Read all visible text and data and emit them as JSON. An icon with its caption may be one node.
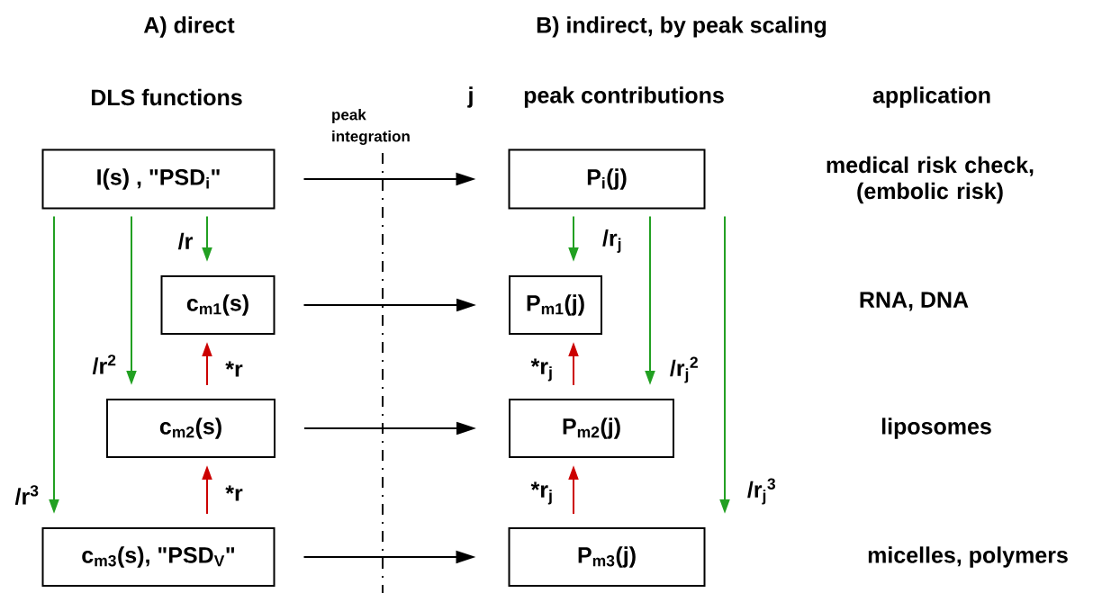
{
  "diagram": {
    "nodes": [
      {
        "text": [
          "I(s)   ,  \"PSD$_{i}$\""
        ]
      },
      {
        "text": [
          "c$_{m1}$(s)"
        ]
      },
      {
        "text": [
          "c$_{m2}$(s)"
        ]
      },
      {
        "text": [
          "c$_{m3}$(s), \"PSD$_{V}$\""
        ]
      },
      {
        "text": [
          "P$_{i}$(j)"
        ]
      },
      {
        "text": [
          "P$_{m1}$(j)"
        ]
      },
      {
        "text": [
          "P$_{m2}$(j)"
        ]
      },
      {
        "text": [
          "P$_{m3}$(j)"
        ]
      }
    ],
    "edges": [
      {
        "from": 0,
        "to": 4,
        "arrow": "to",
        "color": "#000000"
      },
      {
        "from": 1,
        "to": 5,
        "arrow": "to",
        "color": "#000000"
      },
      {
        "from": 2,
        "to": 6,
        "arrow": "to",
        "color": "#000000"
      },
      {
        "from": 3,
        "to": 7,
        "arrow": "to",
        "color": "#000000"
      },
      {
        "from": 0,
        "to": 1,
        "arrow": "to",
        "label": "/r"
      },
      {
        "from": 0,
        "to": 2,
        "arrow": "to",
        "label": "/r$^{2}$"
      },
      {
        "from": 0,
        "to": 3,
        "arrow": "to",
        "label": "/r$^{3}$"
      },
      {
        "from": 2,
        "to": 1,
        "arrow": "to",
        "label": "*r",
        "color": "#cc0000"
      },
      {
        "from": 3,
        "to": 2,
        "arrow": "to",
        "label": "*r",
        "color": "#cc0000"
      },
      {
        "from": 4,
        "to": 5,
        "arrow": "to",
        "label": "/r$_{j}$"
      },
      {
        "from": 4,
        "to": 6,
        "arrow": "to",
        "label": "/r$_{j}$$^{2}$"
      },
      {
        "from": 4,
        "to": 7,
        "arrow": "to",
        "label": "/r$_{j}$$^{3}$"
      },
      {
        "from": 6,
        "to": 5,
        "arrow": "to",
        "label": "*r$_{j}$",
        "color": "#cc0000"
      },
      {
        "from": 7,
        "to": 6,
        "arrow": "to",
        "label": "*r$_{j}$",
        "color": "#cc0000"
      }
    ],
    "labels": [
      "A) direct",
      "B) indirect, by peak scaling",
      "DLS functions",
      "j",
      "peak contributions",
      "application",
      "peak integration",
      "medical risk check, (embolic risk)",
      "RNA, DNA",
      "liposomes",
      "micelles, polymers"
    ]
  }
}
